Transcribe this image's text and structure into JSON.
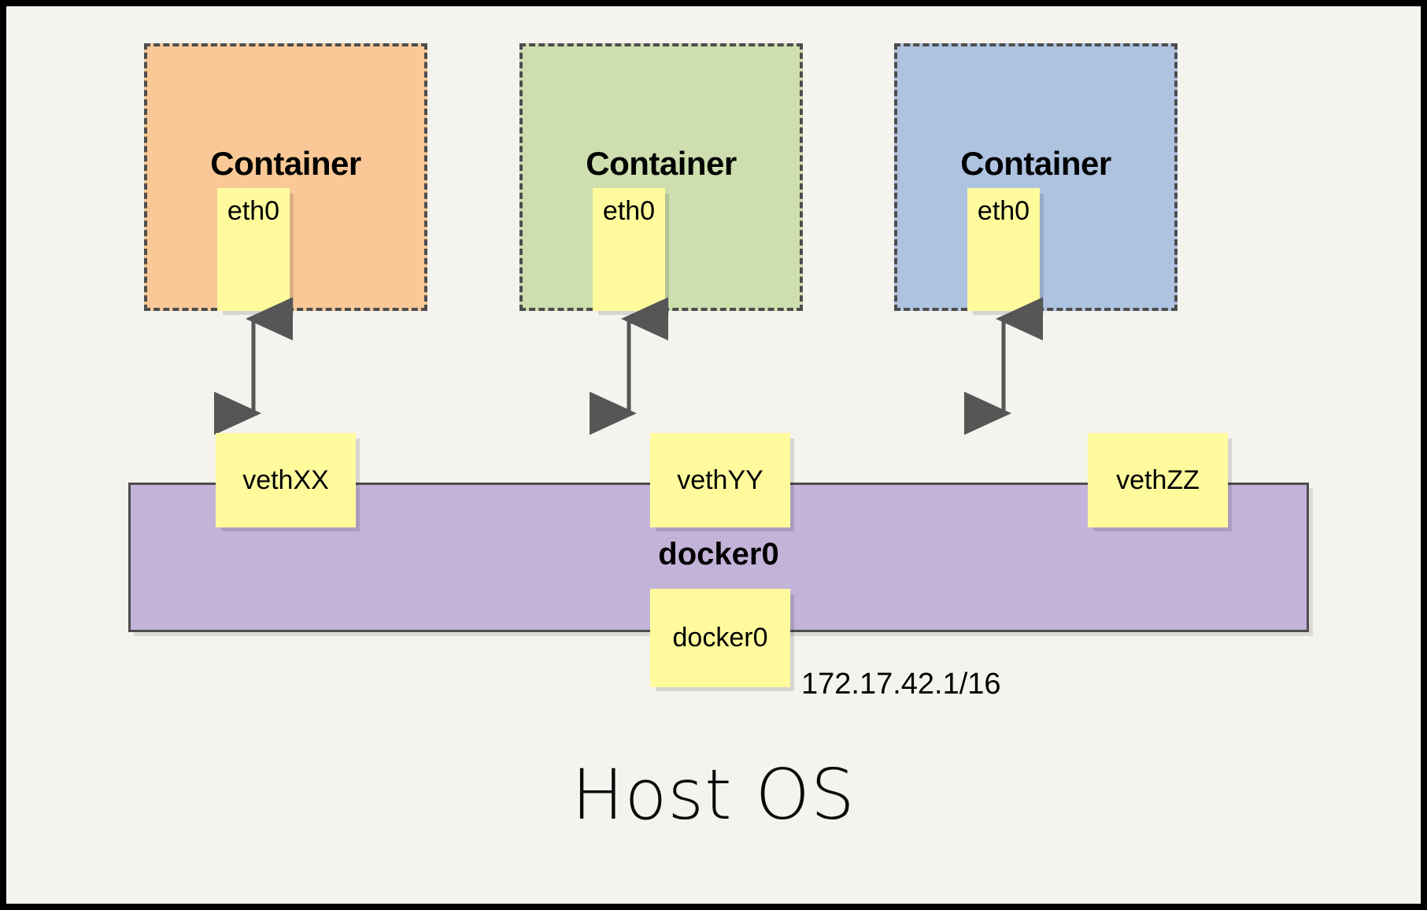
{
  "diagram": {
    "title_text": "Host OS",
    "background_color": "#F4F3EE",
    "frame_color": "#000000",
    "containers": [
      {
        "label": "Container",
        "fill_color": "#F9C896",
        "border_color": "#4D4D4D",
        "interface_label": "eth0"
      },
      {
        "label": "Container",
        "fill_color": "#CEDEAE",
        "border_color": "#4D4D4D",
        "interface_label": "eth0"
      },
      {
        "label": "Container",
        "fill_color": "#AEC3E0",
        "border_color": "#4D4D4D",
        "interface_label": "eth0"
      }
    ],
    "veth_pairs": [
      {
        "label": "vethXX"
      },
      {
        "label": "vethYY"
      },
      {
        "label": "vethZZ"
      }
    ],
    "bridge": {
      "bar_label": "docker0",
      "interface_label": "docker0",
      "ip_address": "172.17.42.1/16",
      "fill_color": "#C4B3D9",
      "border_color": "#4D4D4D"
    },
    "note_fill_color": "#FFFB9D",
    "arrow_color": "#565656"
  }
}
